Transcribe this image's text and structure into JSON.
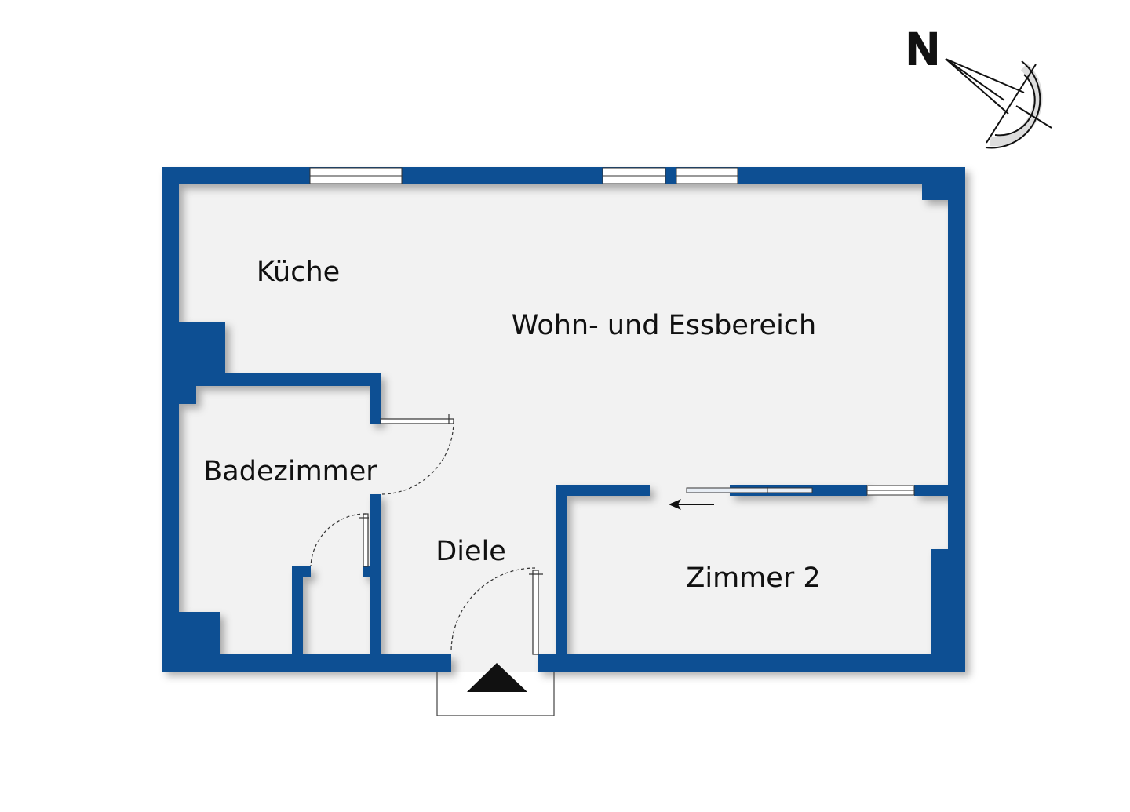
{
  "colors": {
    "wall": "#0b4f93",
    "floor": "#f2f2f2",
    "background": "#ffffff"
  },
  "compass": {
    "label": "N"
  },
  "rooms": {
    "kueche": "Küche",
    "wohn": "Wohn- und Essbereich",
    "bad": "Badezimmer",
    "diele": "Diele",
    "zimmer2": "Zimmer 2"
  }
}
